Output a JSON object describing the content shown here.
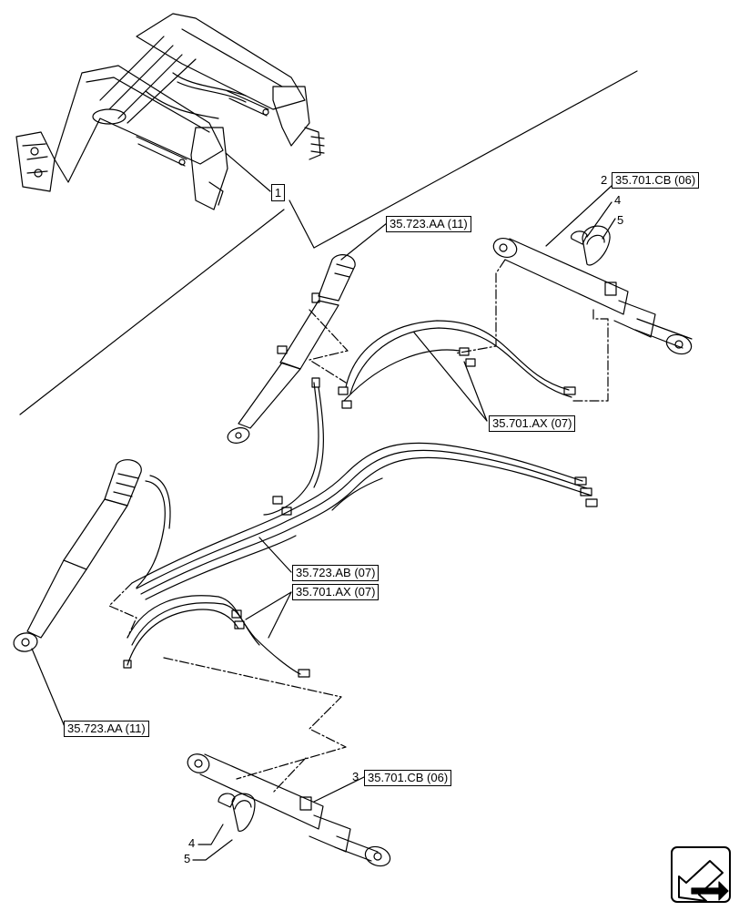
{
  "callout": {
    "main": "1"
  },
  "refs": {
    "cyl_top_ref": "35.701.CB (06)",
    "cyl_bottom_ref": "35.701.CB (06)",
    "boom_cyl_top_ref": "35.723.AA (11)",
    "boom_cyl_bottom_ref": "35.723.AA (11)",
    "hoses_right_ref": "35.701.AX (07)",
    "hoses_mid_ref": "35.723.AB (07)",
    "hoses_lower_ref": "35.701.AX (07)"
  },
  "items": {
    "top_cyl_num": "2",
    "top_four": "4",
    "top_five": "5",
    "bottom_cyl_num": "3",
    "bottom_four": "4",
    "bottom_five": "5"
  },
  "icons": {
    "nav": "next-page-arrow-icon"
  }
}
